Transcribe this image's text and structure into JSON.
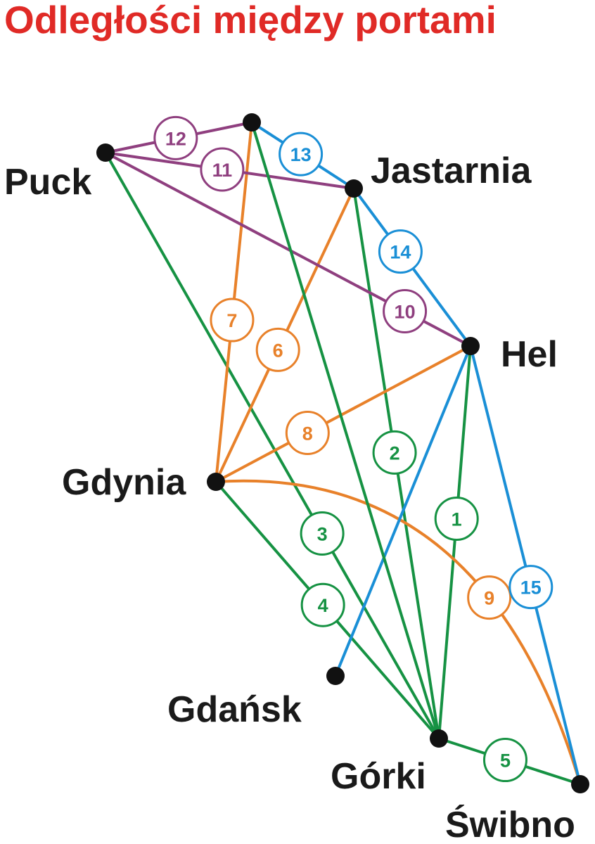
{
  "title": "Odległości między portami",
  "colors": {
    "title": "#e02a26",
    "purple": "#8f3f7f",
    "blue": "#1a8fd6",
    "green": "#169243",
    "orange": "#e8812a",
    "node": "#111111",
    "label": "#1a1a1a"
  },
  "nodes": [
    {
      "id": "puck",
      "label": "Puck"
    },
    {
      "id": "jastarnia",
      "label": "Jastarnia"
    },
    {
      "id": "hel",
      "label": "Hel"
    },
    {
      "id": "gdynia",
      "label": "Gdynia"
    },
    {
      "id": "gdansk",
      "label": "Gdańsk"
    },
    {
      "id": "gorki",
      "label": "Górki"
    },
    {
      "id": "swibno",
      "label": "Świbno"
    },
    {
      "id": "top",
      "label": ""
    }
  ],
  "edges": [
    {
      "id": "e1",
      "from": "hel",
      "to": "gorki",
      "label": "1",
      "color": "green"
    },
    {
      "id": "e2",
      "from": "jastarnia",
      "to": "gorki",
      "label": "2",
      "color": "green"
    },
    {
      "id": "e3",
      "from": "puck",
      "to": "gorki",
      "label": "3",
      "color": "green"
    },
    {
      "id": "e4",
      "from": "gdynia",
      "to": "gorki",
      "label": "4",
      "color": "green"
    },
    {
      "id": "e5",
      "from": "gorki",
      "to": "swibno",
      "label": "5",
      "color": "green"
    },
    {
      "id": "e6",
      "from": "gdynia",
      "to": "jastarnia",
      "label": "6",
      "color": "orange"
    },
    {
      "id": "e7",
      "from": "gdynia",
      "to": "top",
      "label": "7",
      "color": "orange"
    },
    {
      "id": "e8",
      "from": "gdynia",
      "to": "hel",
      "label": "8",
      "color": "orange"
    },
    {
      "id": "e9",
      "from": "gdynia",
      "to": "swibno",
      "label": "9",
      "color": "orange"
    },
    {
      "id": "e10",
      "from": "puck",
      "to": "hel",
      "label": "10",
      "color": "purple"
    },
    {
      "id": "e11",
      "from": "puck",
      "to": "jastarnia",
      "label": "11",
      "color": "purple"
    },
    {
      "id": "e12",
      "from": "puck",
      "to": "top",
      "label": "12",
      "color": "purple"
    },
    {
      "id": "e13",
      "from": "top",
      "to": "jastarnia",
      "label": "13",
      "color": "blue"
    },
    {
      "id": "e14",
      "from": "jastarnia",
      "to": "hel",
      "label": "14",
      "color": "blue"
    },
    {
      "id": "e15",
      "from": "hel",
      "to": "swibno",
      "label": "15",
      "color": "blue"
    },
    {
      "id": "e16",
      "from": "hel",
      "to": "gdansk",
      "label": "",
      "color": "blue"
    },
    {
      "id": "e17",
      "from": "top",
      "to": "gorki",
      "label": "",
      "color": "green"
    }
  ]
}
